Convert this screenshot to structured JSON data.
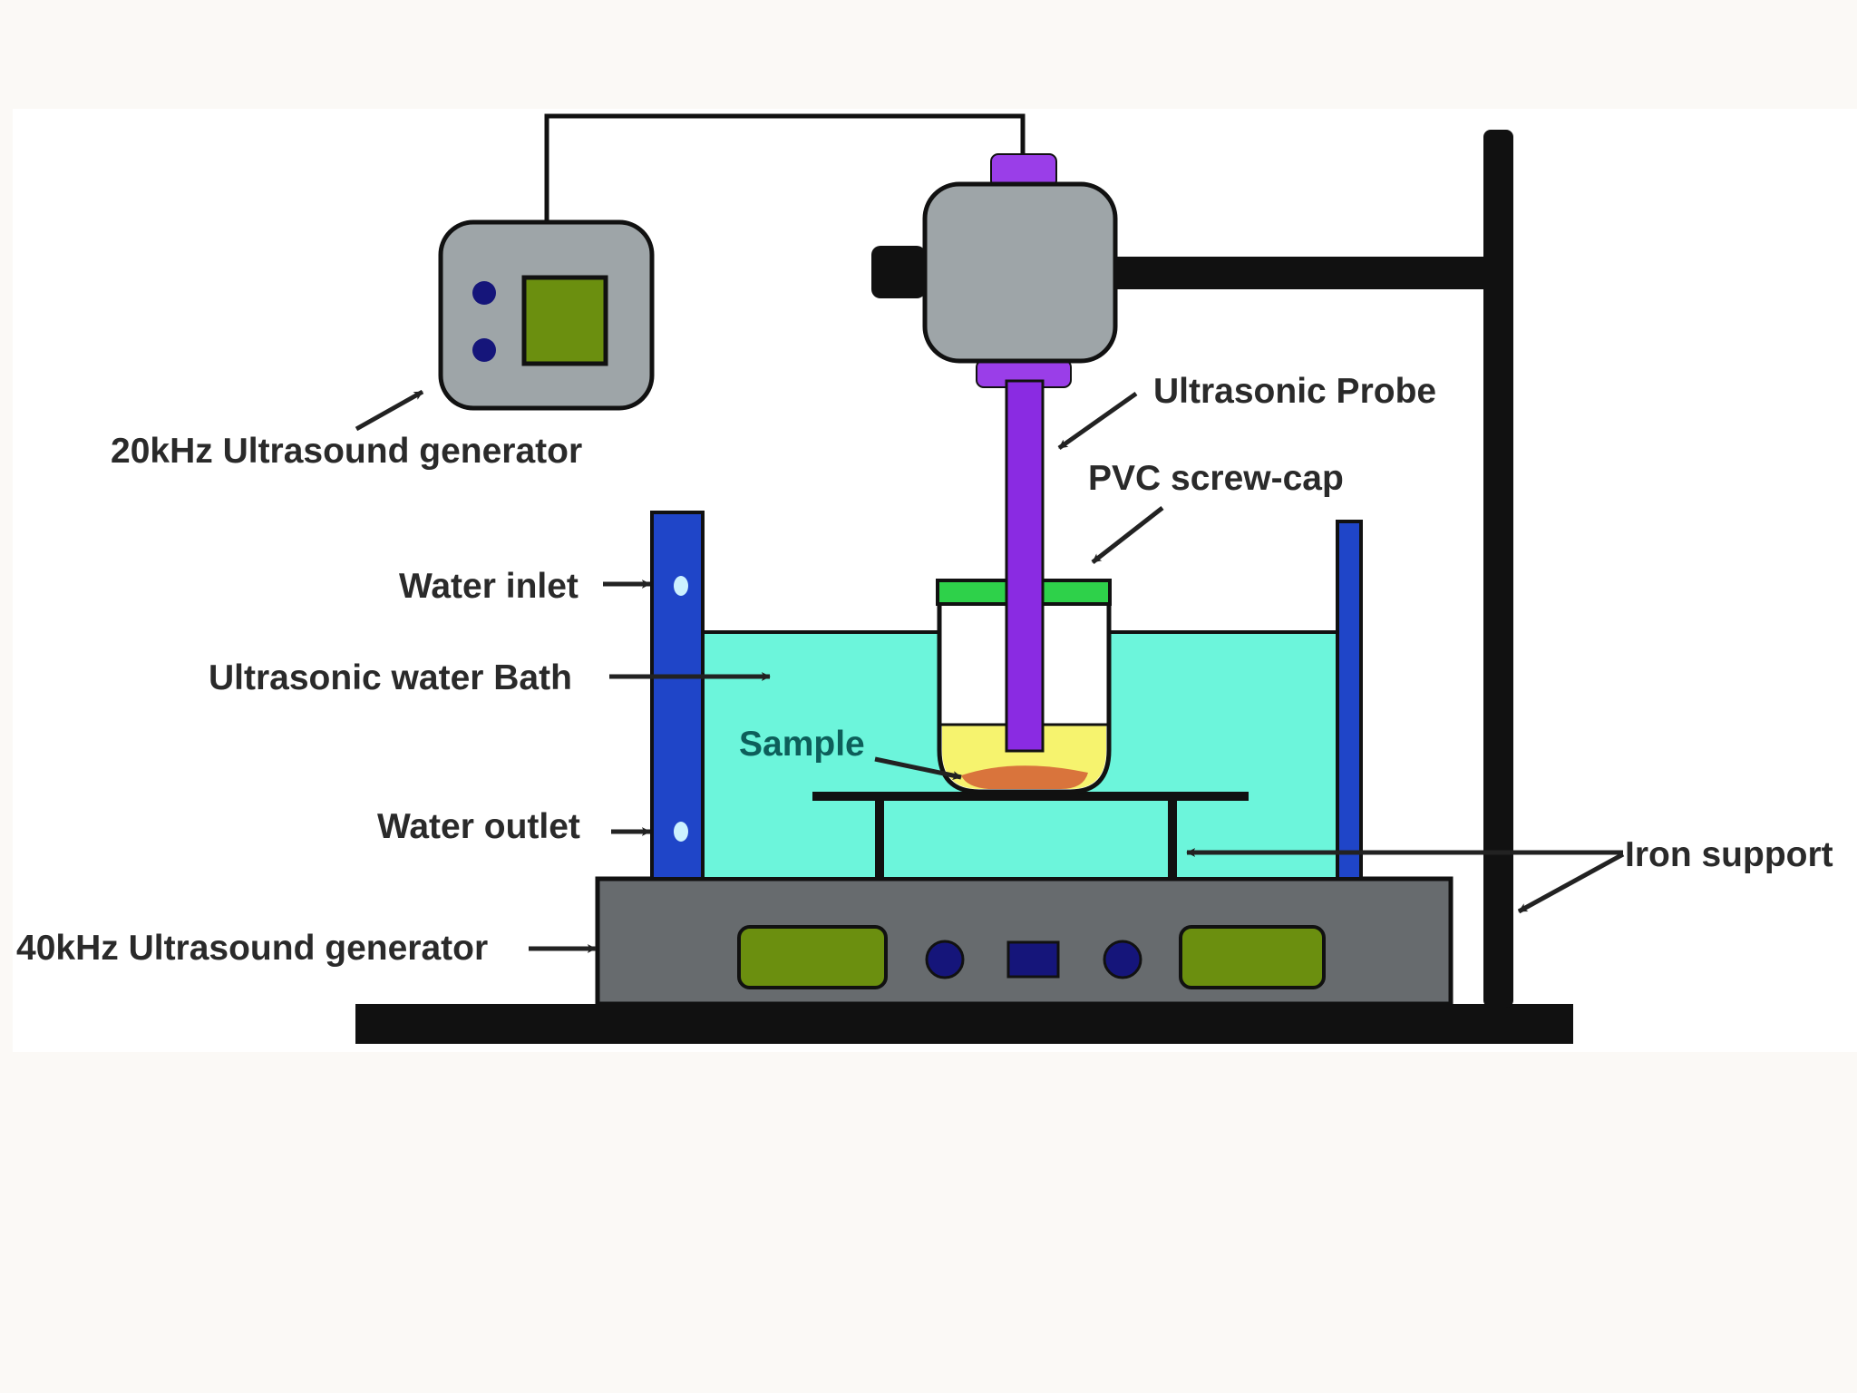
{
  "labels": {
    "generator_20khz": "20kHz Ultrasound generator",
    "ultrasonic_probe": "Ultrasonic Probe",
    "pvc_screw_cap": "PVC screw-cap",
    "water_inlet": "Water inlet",
    "ultrasonic_water_bath": "Ultrasonic water Bath",
    "sample": "Sample",
    "water_outlet": "Water outlet",
    "iron_support": "Iron support",
    "generator_40khz": "40kHz Ultrasound generator"
  },
  "colors": {
    "water": "#6cf5db",
    "probe": "#8a2be2",
    "probe_collar": "#9a3ee8",
    "screw_cap": "#2ed14a",
    "bath_walls": "#1f45c8",
    "generator_body": "#9ea5a8",
    "generator_screen": "#6b8f0f",
    "base_unit": "#676b6e",
    "knob": "#15157a",
    "sample_liquid": "#f6f36e",
    "sample_solid": "#d9743c",
    "iron": "#111111"
  }
}
